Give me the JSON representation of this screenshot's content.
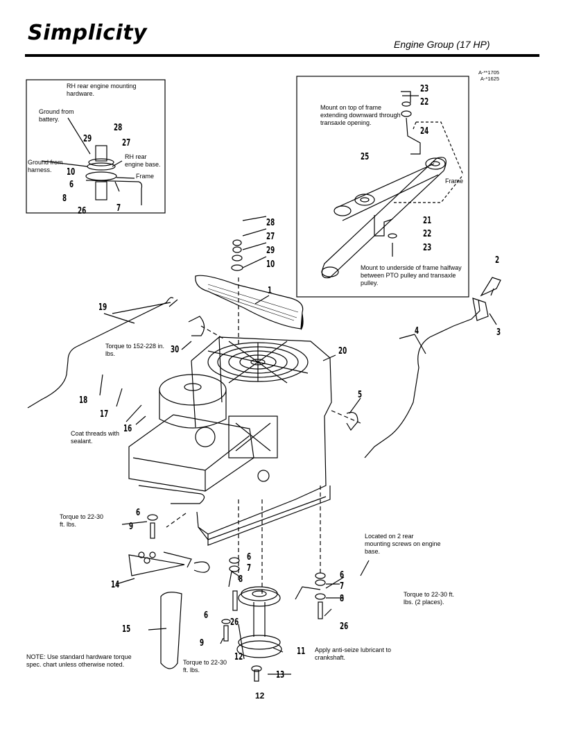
{
  "header": {
    "brand": "Simplicity",
    "section_title": "Engine Group (17 HP)",
    "drawing_codes": [
      "A-**1705",
      "A-*1625"
    ]
  },
  "inset_left": {
    "labels": [
      {
        "id": "rh-rear-hardware",
        "text": "RH rear engine mounting hardware."
      },
      {
        "id": "ground-battery",
        "text": "Ground from battery."
      },
      {
        "id": "ground-harness",
        "text": "Ground from harness."
      },
      {
        "id": "rh-rear-base",
        "text": "RH rear engine base."
      },
      {
        "id": "frame",
        "text": "Frame"
      }
    ],
    "numbers": [
      "28",
      "29",
      "27",
      "10",
      "6",
      "8",
      "26",
      "7"
    ]
  },
  "inset_right": {
    "labels": [
      {
        "id": "mount-top",
        "text": "Mount on top of frame extending downward through transaxle opening."
      },
      {
        "id": "frame",
        "text": "Frame"
      },
      {
        "id": "mount-underside",
        "text": "Mount to underside of frame halfway between PTO pulley and transaxle pulley."
      }
    ],
    "numbers": [
      "23",
      "22",
      "24",
      "25",
      "21",
      "22",
      "23"
    ]
  },
  "main": {
    "callouts": [
      {
        "id": "torque-16",
        "text": "Torque to 152-228 in. lbs."
      },
      {
        "id": "coat-threads",
        "text": "Coat threads with sealant."
      },
      {
        "id": "torque-9",
        "text": "Torque to 22-30 ft. lbs."
      },
      {
        "id": "located-rear",
        "text": "Located on 2 rear mounting screws on engine base."
      },
      {
        "id": "torque-26",
        "text": "Torque to 22-30 ft. lbs. (2 places)."
      },
      {
        "id": "anti-seize",
        "text": "Apply anti-seize lubricant to crankshaft."
      },
      {
        "id": "torque-bottom",
        "text": "Torque to 22-30 ft. lbs."
      }
    ],
    "numbers": {
      "n28": "28",
      "n27": "27",
      "n29": "29",
      "n10": "10",
      "n1": "1",
      "n2": "2",
      "n3": "3",
      "n4": "4",
      "n19": "19",
      "n30": "30",
      "n20": "20",
      "n5": "5",
      "n18": "18",
      "n17": "17",
      "n16": "16",
      "n6a": "6",
      "n9a": "9",
      "n14": "14",
      "n15": "15",
      "n6b": "6",
      "n7b": "7",
      "n8b": "8",
      "n26b": "26",
      "n6c": "6",
      "n9c": "9",
      "n12": "12",
      "n13": "13",
      "n11": "11",
      "n6d": "6",
      "n7d": "7",
      "n8d": "8",
      "n26d": "26"
    }
  },
  "footer": {
    "note": "NOTE: Use standard hardware torque spec. chart unless otherwise noted.",
    "page_number": "12"
  }
}
